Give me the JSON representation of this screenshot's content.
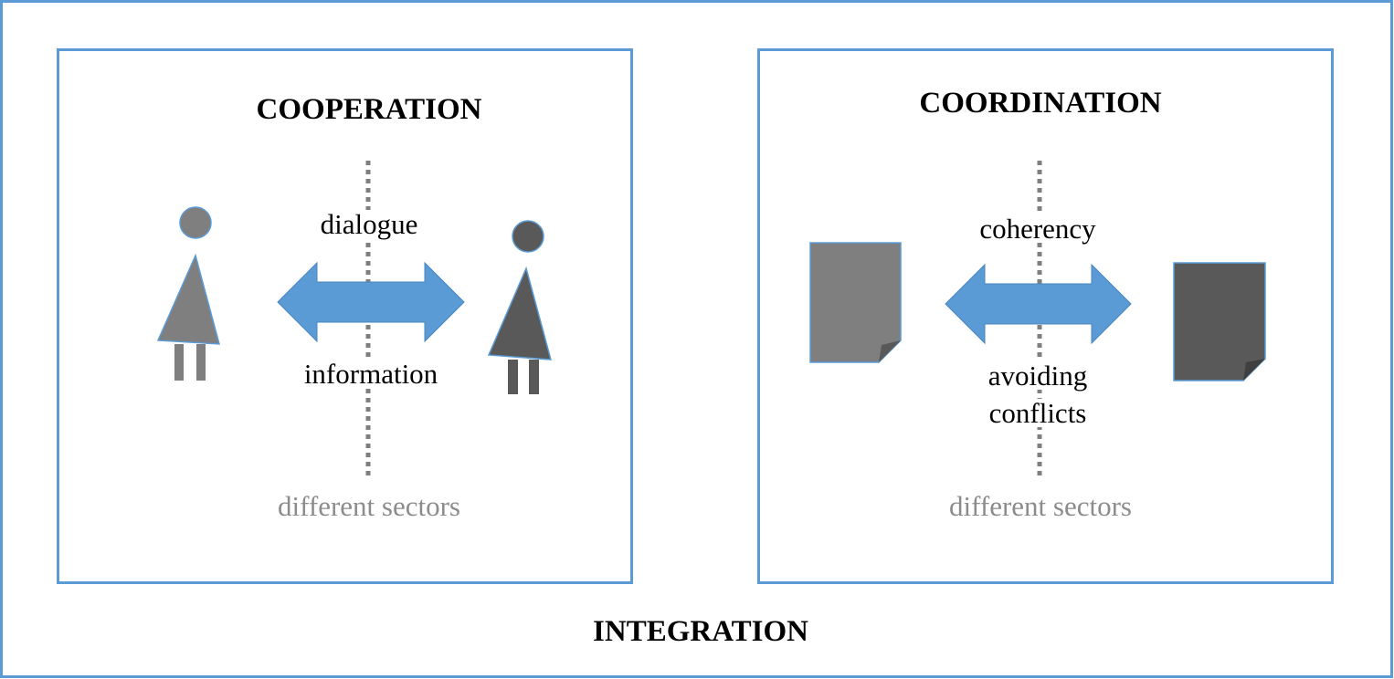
{
  "diagram": {
    "outer_title": "INTEGRATION",
    "panels": [
      {
        "title": "COOPERATION",
        "upper_label": "dialogue",
        "lower_label": "information",
        "lower_label_2": "",
        "footer": "different sectors"
      },
      {
        "title": "COORDINATION",
        "upper_label": "coherency",
        "lower_label": "avoiding",
        "lower_label_2": "conflicts",
        "footer": "different sectors"
      }
    ]
  },
  "colors": {
    "frame_border": "#5b9bd5",
    "arrow_fill": "#5b9bd5",
    "figure_light": "#7f7f7f",
    "figure_dark": "#595959",
    "divider": "#7f7f7f",
    "footer_text": "#8c8c8c"
  },
  "icons": {
    "left_panel": [
      "person-icon",
      "double-arrow-icon",
      "person-icon"
    ],
    "right_panel": [
      "document-icon",
      "double-arrow-icon",
      "document-icon"
    ]
  }
}
